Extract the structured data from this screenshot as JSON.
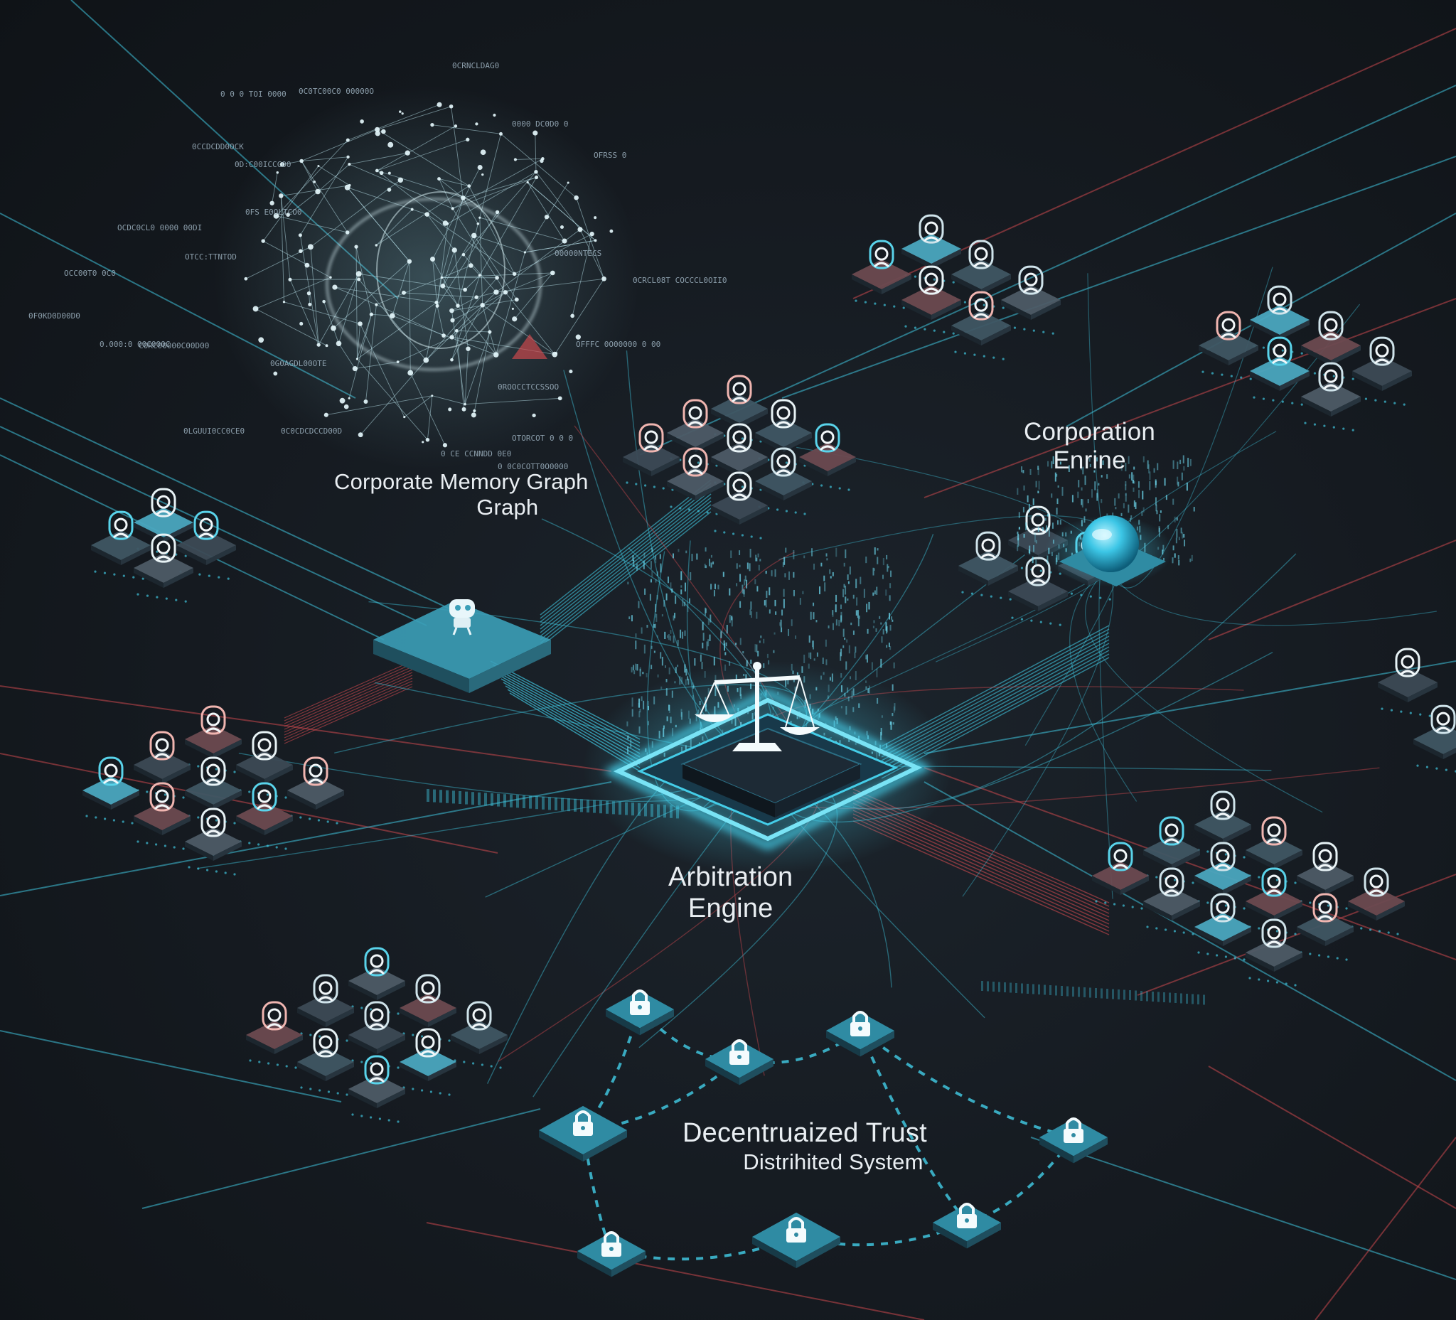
{
  "labels": {
    "memory_graph": {
      "line1": "Corporate Memory Graph",
      "line2": "Graph"
    },
    "corporation_engine": {
      "line1": "Corporation",
      "line2": "Enrine"
    },
    "arbitration_engine": {
      "line1": "Arbitration",
      "line2": "Engine"
    },
    "decentralized_trust": {
      "line1": "Decentruaized Trust",
      "line2": "Distrihited System"
    }
  },
  "hash_text": [
    "0CRNCLDAG0",
    "0C0TC00C0 00000O",
    "0 0 0 TOI 0000",
    "0000 DC0D0 0",
    "0CCDCDD0OCK",
    "OFRSS 0",
    "0D:C00ICCCO0",
    "0FS E0OLTCO0",
    "OCDC0CL0  0000 00DI",
    "00000NTECS",
    "OTCC:TTNTOD",
    "OCC00T0 0C0",
    "0CRCL08T COCCCL0OII0",
    "0F0KD0D00D0",
    "CORC00000C00D00",
    "OFFFC 0O00000 0 00",
    "0.000:0 00C000C",
    "0G0AGDL00OTE",
    "0ROOCCTCCSSOO",
    "0C0CDCDCCD00D",
    "0LGUUI0CC0CE0",
    "OTORCOT  0 0 0",
    "0 CE CCNNDD 0E0",
    "0 0C0COTT0O0000"
  ],
  "colors": {
    "background": "#151a20",
    "accent_cyan": "#3fc3dc",
    "accent_red": "#c9484d",
    "tile_blue": "#4aa6bf",
    "tile_slate": "#3c4a55"
  },
  "icons": [
    "scales-icon",
    "robot-icon",
    "lock-icon",
    "user-badge-icon",
    "globe-orb-icon",
    "network-graph-icon"
  ]
}
